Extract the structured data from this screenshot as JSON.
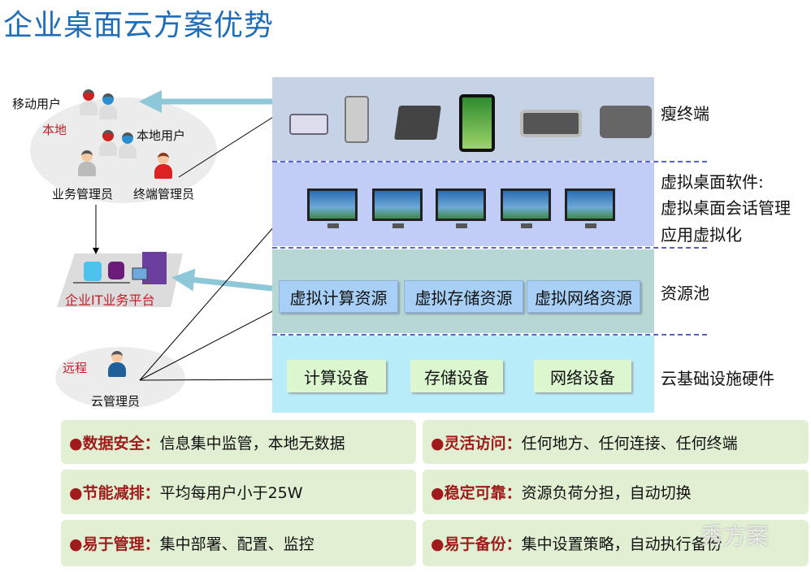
{
  "title": "企业桌面云方案优势",
  "left": {
    "mobile_users": "移动用户",
    "local_tag": "本地",
    "local_users": "本地用户",
    "business_admin": "业务管理员",
    "terminal_admin": "终端管理员",
    "platform": "企业IT业务平台",
    "remote_tag": "远程",
    "cloud_admin": "云管理员"
  },
  "layers": {
    "thin_client": "瘦终端",
    "vdesktop": [
      "虚拟桌面软件:",
      "虚拟桌面会话管理",
      "应用虚拟化"
    ],
    "resource_pool": "资源池",
    "resources": [
      "虚拟计算资源",
      "虚拟存储资源",
      "虚拟网络资源"
    ],
    "infra": "云基础设施硬件",
    "hardware": [
      "计算设备",
      "存储设备",
      "网络设备"
    ]
  },
  "benefits": [
    {
      "key": "●数据安全：",
      "text": "信息集中监管，本地无数据"
    },
    {
      "key": "●灵活访问：",
      "text": "任何地方、任何连接、任何终端"
    },
    {
      "key": "●节能减排：",
      "text": "平均每用户小于25W"
    },
    {
      "key": "●稳定可靠：",
      "text": "资源负荷分担，自动切换"
    },
    {
      "key": "●易于管理：",
      "text": "集中部署、配置、监控"
    },
    {
      "key": "●易于备份：",
      "text": "集中设置策略，自动执行备份"
    }
  ],
  "watermark": "秀方案"
}
